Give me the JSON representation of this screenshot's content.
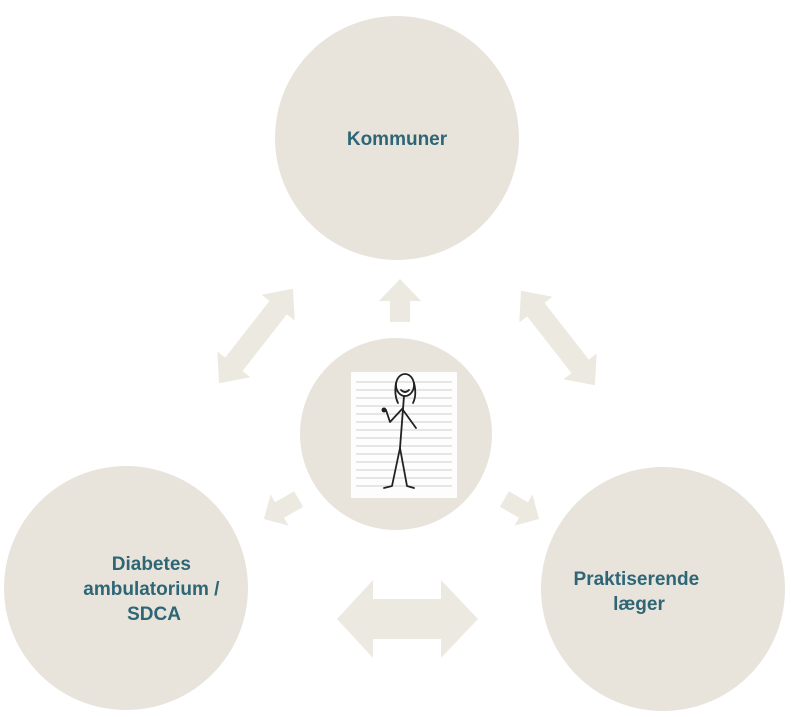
{
  "nodes": {
    "top": {
      "lines": [
        "Kommuner"
      ]
    },
    "left": {
      "lines": [
        "Diabetes",
        "ambulatorium /",
        "SDCA"
      ]
    },
    "right": {
      "lines": [
        "Praktiserende",
        "læger"
      ]
    },
    "center": {
      "image": "stick-figure-person"
    }
  },
  "colors": {
    "circle_fill": "#e8e4dc",
    "arrow_fill": "#ece9e1",
    "label_text": "#2e6676",
    "background": "#ffffff"
  }
}
